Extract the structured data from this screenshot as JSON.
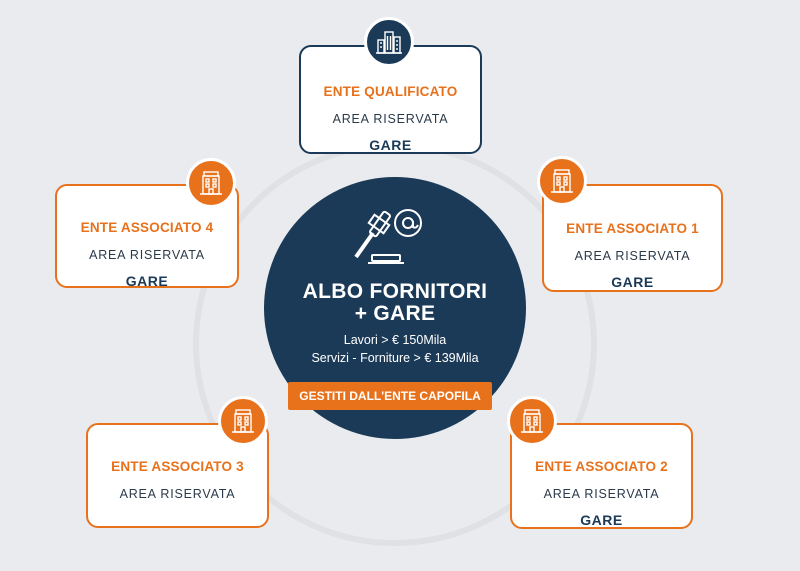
{
  "hub": {
    "title_line1": "ALBO FORNITORI",
    "title_line2": "+ GARE",
    "line_lavori": "Lavori > € 150Mila",
    "line_servizi": "Servizi - Forniture > € 139Mila",
    "button_label": "GESTITI DALL'ENTE CAPOFILA",
    "icon": "gavel-at-icon"
  },
  "nodes": [
    {
      "id": "qualificato",
      "title": "ENTE QUALIFICATO",
      "area": "AREA RISERVATA",
      "gare": "GARE",
      "icon": "city-buildings-icon"
    },
    {
      "id": "associato-1",
      "title": "ENTE ASSOCIATO 1",
      "area": "AREA RISERVATA",
      "gare": "GARE",
      "icon": "building-icon"
    },
    {
      "id": "associato-2",
      "title": "ENTE ASSOCIATO 2",
      "area": "AREA RISERVATA",
      "gare": "GARE",
      "icon": "building-icon"
    },
    {
      "id": "associato-3",
      "title": "ENTE ASSOCIATO 3",
      "area": "AREA RISERVATA",
      "icon": "building-icon"
    },
    {
      "id": "associato-4",
      "title": "ENTE ASSOCIATO 4",
      "area": "AREA RISERVATA",
      "gare": "GARE",
      "icon": "building-icon"
    }
  ],
  "colors": {
    "background": "#e9ebef",
    "navy": "#1b3a57",
    "orange": "#e8711c",
    "orbit": "#dfe1e5"
  }
}
